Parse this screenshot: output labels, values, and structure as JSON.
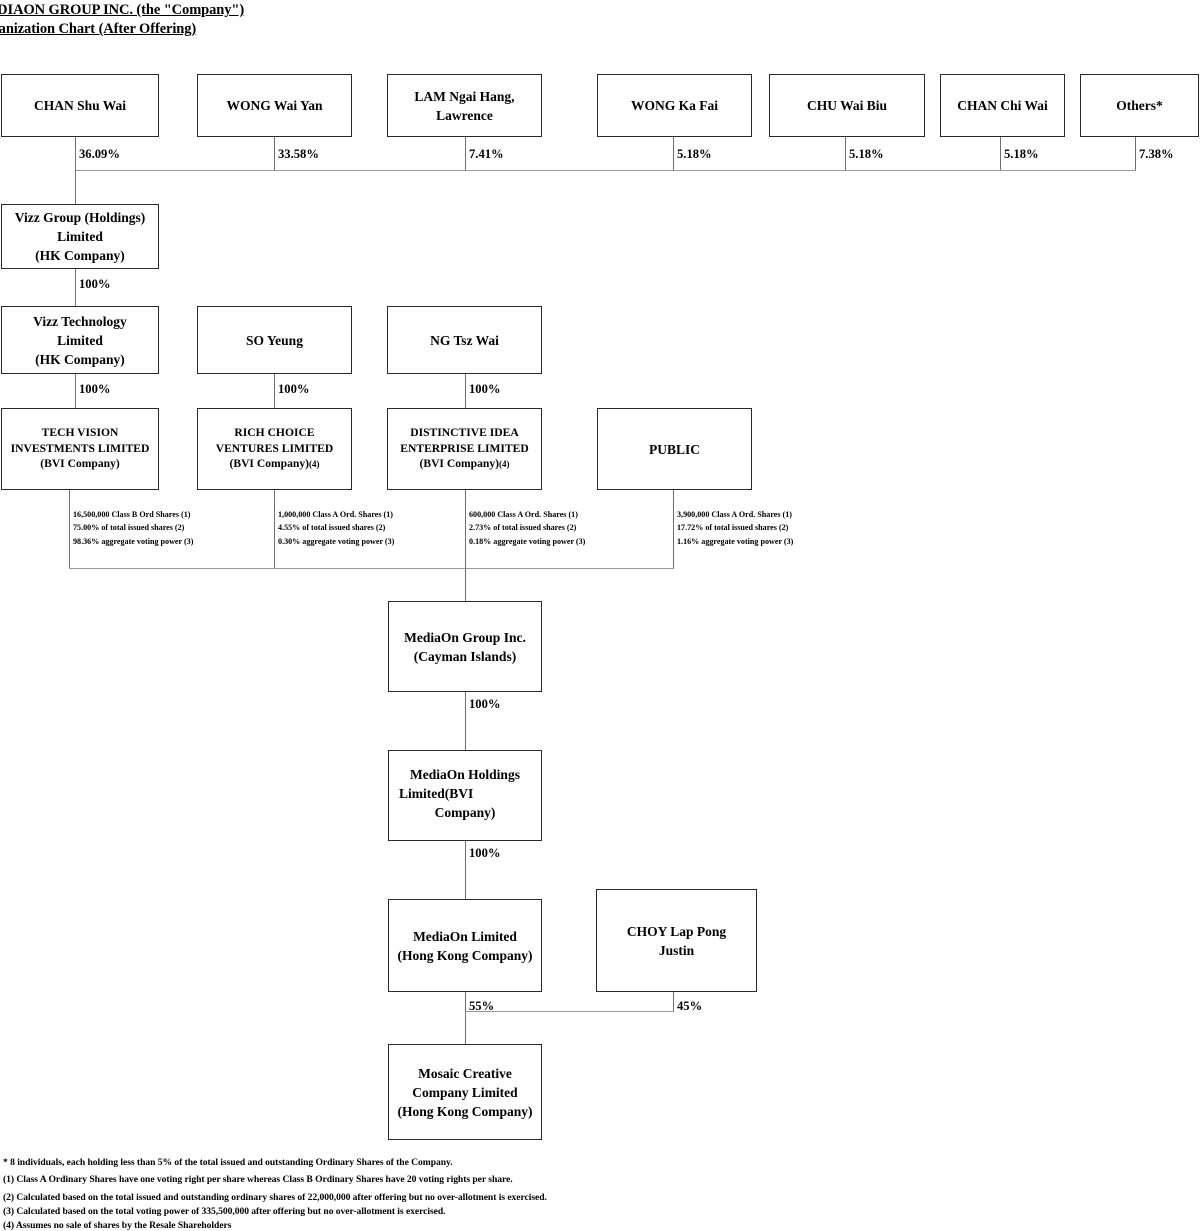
{
  "title": {
    "line1": "MEDIAON GROUP INC. (the \"Company\")",
    "line2": "Organization Chart (After Offering)"
  },
  "shareholders_row": [
    {
      "name": "CHAN Shu Wai",
      "percent": "36.09%"
    },
    {
      "name": "WONG Wai Yan",
      "percent": "33.58%"
    },
    {
      "name_line1": "LAM Ngai Hang,",
      "name_line2": "Lawrence",
      "percent": "7.41%"
    },
    {
      "name": "WONG Ka Fai",
      "percent": "5.18%"
    },
    {
      "name": "CHU Wai Biu",
      "percent": "5.18%"
    },
    {
      "name": "CHAN Chi Wai",
      "percent": "5.18%"
    },
    {
      "name": "Others*",
      "percent": "7.38%"
    }
  ],
  "vizz_group": {
    "line1": "Vizz Group (Holdings)",
    "line2": "Limited",
    "line3": "(HK Company)",
    "percent_below": "100%"
  },
  "vizz_technology": {
    "line1": "Vizz Technology",
    "line2": "Limited",
    "line3": "(HK Company)",
    "percent_below": "100%"
  },
  "so_yeung": {
    "name": "SO Yeung",
    "percent_below": "100%"
  },
  "ng_tsz_wai": {
    "name": "NG Tsz Wai",
    "percent_below": "100%"
  },
  "bvi_row": [
    {
      "line1": "TECH VISION",
      "line2": "INVESTMENTS LIMITED",
      "line3": "(BVI Company)",
      "sup": "",
      "shares": "16,500,000 Class B Ord Shares (1)",
      "issued": "75.00% of total issued shares (2)",
      "voting": "98.36% aggregate voting power (3)"
    },
    {
      "line1": "RICH CHOICE",
      "line2": "VENTURES LIMITED",
      "line3": "(BVI Company)",
      "sup": "(4)",
      "shares": "1,000,000 Class A Ord. Shares (1)",
      "issued": "4.55% of total issued shares (2)",
      "voting": "0.30% aggregate voting power (3)"
    },
    {
      "line1": "DISTINCTIVE IDEA",
      "line2": "ENTERPRISE LIMITED",
      "line3": "(BVI Company)",
      "sup": "(4)",
      "shares": "600,000 Class A Ord. Shares (1)",
      "issued": "2.73% of total issued shares (2)",
      "voting": "0.18% aggregate voting power (3)"
    },
    {
      "line1": "PUBLIC",
      "line2": "",
      "line3": "",
      "sup": "",
      "shares": "3,900,000 Class A Ord. Shares (1)",
      "issued": "17.72% of total issued shares (2)",
      "voting": "1.16% aggregate voting power (3)"
    }
  ],
  "mediaon_group": {
    "line1": "MediaOn Group Inc.",
    "line2": "(Cayman Islands)",
    "percent_below": "100%"
  },
  "mediaon_holdings": {
    "line1": "MediaOn Holdings",
    "line2_left": "Limited",
    "line2_right": "(BVI",
    "line3": "Company)",
    "percent_below": "100%"
  },
  "mediaon_limited": {
    "line1": "MediaOn Limited",
    "line2": "(Hong Kong Company)",
    "percent_below": "55%"
  },
  "choy_lap_pong": {
    "line1": "CHOY Lap Pong",
    "line2": "Justin",
    "percent_below": "45%"
  },
  "mosaic_creative": {
    "line1": "Mosaic Creative",
    "line2": "Company Limited",
    "line3": "(Hong Kong Company)"
  },
  "footnotes": [
    "* 8 individuals, each holding less than 5% of the total issued and outstanding Ordinary Shares of the Company.",
    "(1) Class A Ordinary Shares have one voting right per share whereas Class B Ordinary Shares have 20 voting rights per share.",
    "(2) Calculated based on the total issued and outstanding ordinary shares of 22,000,000 after offering but no over-allotment is exercised.",
    "(3) Calculated based on the total voting power of 335,500,000 after offering but no over-allotment is exercised.",
    "(4) Assumes no sale of shares by the Resale Shareholders"
  ]
}
